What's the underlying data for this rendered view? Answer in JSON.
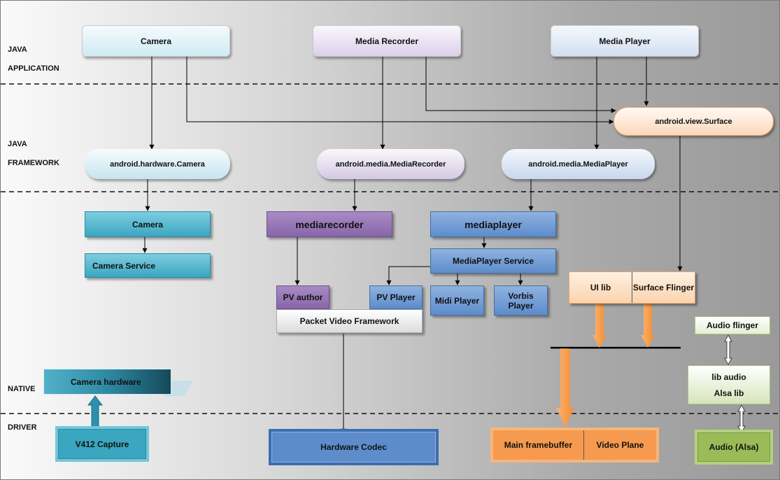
{
  "layers": [
    "JAVA",
    "APPLICATION",
    "JAVA",
    "FRAMEWORK",
    "NATIVE",
    "DRIVER"
  ],
  "apps": {
    "camera": "Camera",
    "media_recorder": "Media Recorder",
    "media_player": "Media Player"
  },
  "framework": {
    "surface": "android.view.Surface",
    "hw_camera": "android.hardware.Camera",
    "media_recorder": "android.media.MediaRecorder",
    "media_player": "android.media.MediaPlayer"
  },
  "native": {
    "camera": "Camera",
    "camera_service": "Camera Service",
    "mediarecorder": "mediarecorder",
    "mediaplayer": "mediaplayer",
    "mediaplayer_service": "MediaPlayer Service",
    "pv_author": "PV author",
    "pv_player": "PV Player",
    "midi_player": "Midi Player",
    "vorbis_player": "Vorbis Player",
    "packet_video_framework": "Packet Video Framework",
    "ui_lib": "UI lib",
    "surface_flinger": "Surface Flinger",
    "audio_flinger": "Audio flinger",
    "lib_audio": "lib audio",
    "alsa_lib": "Alsa lib",
    "camera_hardware": "Camera hardware"
  },
  "driver": {
    "v4l2_capture": "V412 Capture",
    "hardware_codec": "Hardware Codec",
    "main_framebuffer": "Main framebuffer",
    "video_plane": "Video Plane",
    "audio_alsa": "Audio (Alsa)"
  },
  "colors": {
    "camera_blue": "#3aa6c0",
    "recorder_purple": "#8766a9",
    "player_blue": "#5d8ccb",
    "surface_orange": "#f69a4f",
    "audio_green": "#9bbb59"
  }
}
